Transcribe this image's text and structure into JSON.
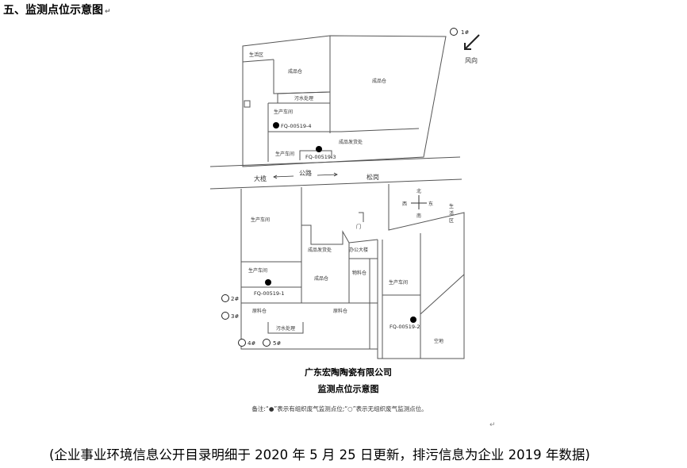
{
  "heading": "五、监测点位示意图",
  "map": {
    "wind_label": "风向",
    "compass": {
      "north": "北",
      "south": "南",
      "west": "西",
      "east": "东"
    },
    "road": {
      "left": "大榄",
      "center": "公路",
      "right": "松岗"
    },
    "north_block": {
      "living_area": "生活区",
      "finished_warehouse_small": "成品仓",
      "finished_warehouse_large": "成品仓",
      "sewage_treatment": "污水处理",
      "workshop_upper": "生产车间",
      "workshop_lower": "生产车间",
      "shipping_area": "成品发货处"
    },
    "south_block": {
      "workshop_1": "生产车间",
      "workshop_2": "生产车间",
      "raw_material_1": "原料仓",
      "sewage_treatment": "污水处理",
      "shipping_area": "成品发货处",
      "office_building": "办公大楼",
      "finished_warehouse": "成品仓",
      "material_warehouse": "物料仓",
      "raw_material_2": "原料仓",
      "workshop_3": "生产车间",
      "living_area": "生活区",
      "open_space": "空地",
      "gate_mark": "门"
    },
    "organized_points": [
      "FQ-00519-4",
      "FQ-00519-3",
      "FQ-00519-1",
      "FQ-00519-2"
    ],
    "unorganized_points": [
      "1#",
      "2#",
      "3#",
      "4#",
      "5#"
    ],
    "company": "广东宏陶陶瓷有限公司",
    "map_title": "监测点位示意图",
    "legend_note": "备注:“●”表示有组织废气监测点位;“○”表示无组织废气监测点位。"
  },
  "footnote": "(企业事业环境信息公开目录明细于 2020 年 5 月 25 日更新，排污信息为企业 2019 年数据)"
}
